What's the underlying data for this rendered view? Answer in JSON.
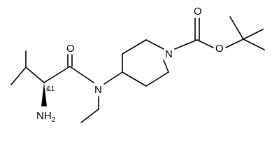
{
  "molecule": {
    "atoms": {
      "carbonyl_oxygen_top": "O",
      "ester_oxygen": "O",
      "amide_oxygen": "O",
      "piperidine_nitrogen": "N",
      "amide_nitrogen": "N",
      "amine_group": "NH",
      "amine_subscript": "2"
    },
    "stereo_annotation": "&1"
  }
}
